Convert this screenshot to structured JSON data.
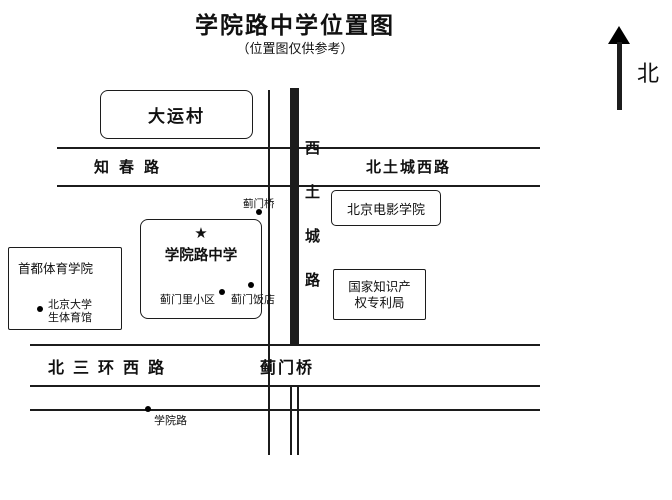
{
  "title": "学院路中学位置图",
  "subtitle": "（位置图仅供参考）",
  "compass": {
    "north": "北"
  },
  "roads": {
    "zhichun": "知春路",
    "beituchengxi": "北土城西路",
    "xitucheng": "西土城路",
    "beisanhuanxi": "北三环西路",
    "jimenqiao": "蓟门桥",
    "xueyuanlu": "学院路"
  },
  "places": {
    "dayuncun": "大运村",
    "film_academy": "北京电影学院",
    "school_star": "★",
    "school_name": "学院路中学",
    "capital_sports": "首都体育学院",
    "pku_gym_line1": "北京大学",
    "pku_gym_line2": "生体育馆",
    "patent_line1": "国家知识产",
    "patent_line2": "权专利局",
    "jimenqiao_top": "蓟门桥",
    "jimenli": "蓟门里小区",
    "jimen_hotel": "蓟门饭店"
  }
}
